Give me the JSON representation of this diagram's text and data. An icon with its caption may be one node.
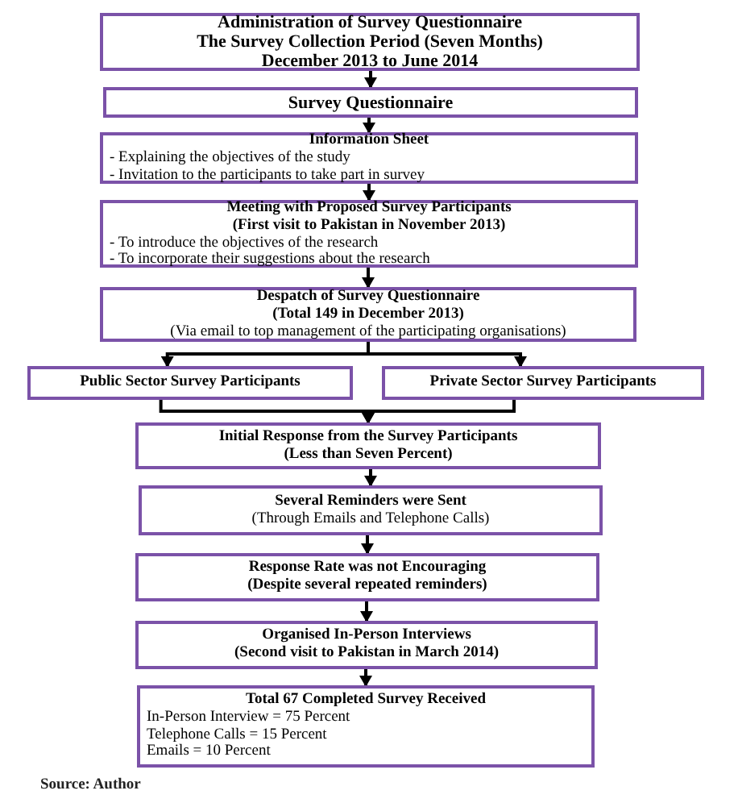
{
  "diagram": {
    "nodes": [
      {
        "text": [
          "Administration of Survey Questionnaire",
          "The Survey Collection Period (Seven Months)",
          "December 2013 to June 2014"
        ]
      },
      {
        "text": [
          "Survey Questionnaire"
        ]
      },
      {
        "text": [
          "Information Sheet",
          "- Explaining the objectives of the study",
          "- Invitation to the participants to take part in survey"
        ]
      },
      {
        "text": [
          "Meeting with Proposed Survey Participants",
          "(First visit to Pakistan in November 2013)",
          "- To introduce the objectives of the research",
          "- To incorporate their suggestions about the research"
        ]
      },
      {
        "text": [
          "Despatch of Survey Questionnaire",
          "(Total 149 in December 2013)",
          "(Via email to top management of the participating organisations)"
        ]
      },
      {
        "text": [
          "Public Sector Survey Participants"
        ]
      },
      {
        "text": [
          "Private Sector Survey Participants"
        ]
      },
      {
        "text": [
          "Initial Response from the Survey Participants",
          "(Less than Seven Percent)"
        ]
      },
      {
        "text": [
          "Several Reminders were Sent",
          "(Through Emails and Telephone Calls)"
        ]
      },
      {
        "text": [
          "Response Rate was not Encouraging",
          "(Despite several repeated reminders)"
        ]
      },
      {
        "text": [
          "Organised In-Person Interviews",
          "(Second visit to Pakistan in March 2014)"
        ]
      },
      {
        "text": [
          "Total 67 Completed Survey Received",
          "In-Person Interview = 75 Percent",
          "Telephone Calls = 15 Percent",
          "Emails = 10 Percent"
        ]
      }
    ],
    "edges": [
      {
        "from": 0,
        "to": 1,
        "arrow": "to"
      },
      {
        "from": 1,
        "to": 2,
        "arrow": "to"
      },
      {
        "from": 2,
        "to": 3,
        "arrow": "to"
      },
      {
        "from": 3,
        "to": 4,
        "arrow": "to"
      },
      {
        "from": 4,
        "to": 5,
        "arrow": "to"
      },
      {
        "from": 4,
        "to": 6,
        "arrow": "to"
      },
      {
        "from": 5,
        "to": 7,
        "arrow": "to"
      },
      {
        "from": 6,
        "to": 7,
        "arrow": "to"
      },
      {
        "from": 7,
        "to": 8,
        "arrow": "to"
      },
      {
        "from": 8,
        "to": 9,
        "arrow": "to"
      },
      {
        "from": 9,
        "to": 10,
        "arrow": "to"
      },
      {
        "from": 10,
        "to": 11,
        "arrow": "to"
      }
    ],
    "labels": [
      "Source: Author"
    ]
  }
}
